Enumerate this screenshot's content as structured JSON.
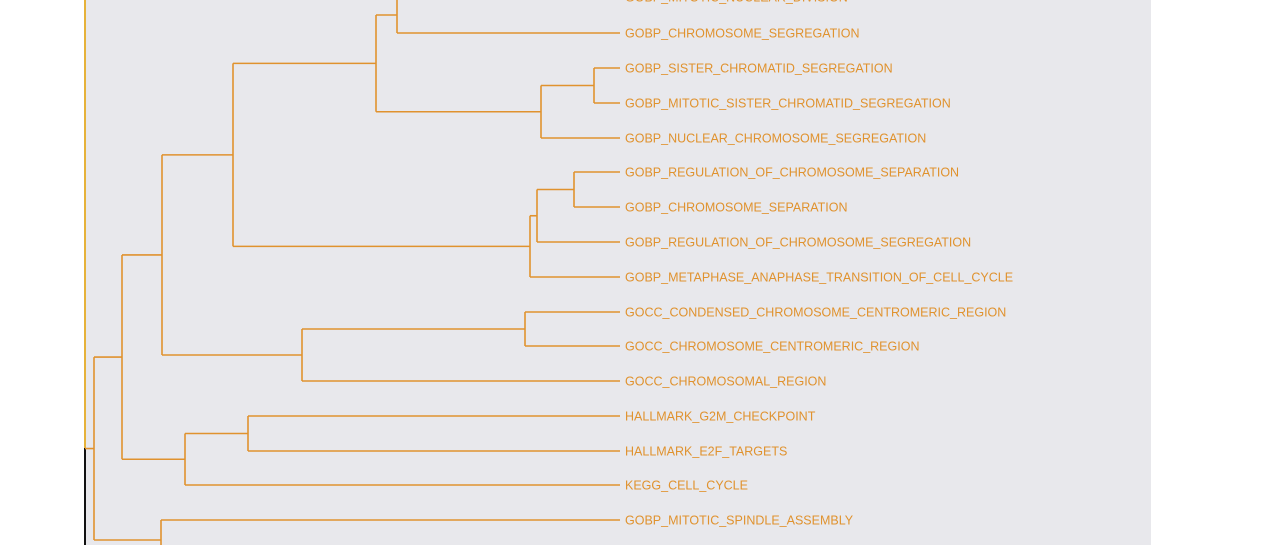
{
  "colors": {
    "branch": "#e0922e",
    "label": "#e0922e",
    "panel_background": "#e8e8ec",
    "left_axis_dark": "#111111",
    "left_axis_gold": "#e6b23a"
  },
  "tree": {
    "type": "dendrogram",
    "orientation": "left-to-right",
    "labels": [
      "GOBP_MITOTIC_NUCLEAR_DIVISION",
      "GOBP_CHROMOSOME_SEGREGATION",
      "GOBP_SISTER_CHROMATID_SEGREGATION",
      "GOBP_MITOTIC_SISTER_CHROMATID_SEGREGATION",
      "GOBP_NUCLEAR_CHROMOSOME_SEGREGATION",
      "GOBP_REGULATION_OF_CHROMOSOME_SEPARATION",
      "GOBP_CHROMOSOME_SEPARATION",
      "GOBP_REGULATION_OF_CHROMOSOME_SEGREGATION",
      "GOBP_METAPHASE_ANAPHASE_TRANSITION_OF_CELL_CYCLE",
      "GOCC_CONDENSED_CHROMOSOME_CENTROMERIC_REGION",
      "GOCC_CHROMOSOME_CENTROMERIC_REGION",
      "GOCC_CHROMOSOMAL_REGION",
      "HALLMARK_G2M_CHECKPOINT",
      "HALLMARK_E2F_TARGETS",
      "KEGG_CELL_CYCLE",
      "GOBP_MITOTIC_SPINDLE_ASSEMBLY"
    ]
  }
}
